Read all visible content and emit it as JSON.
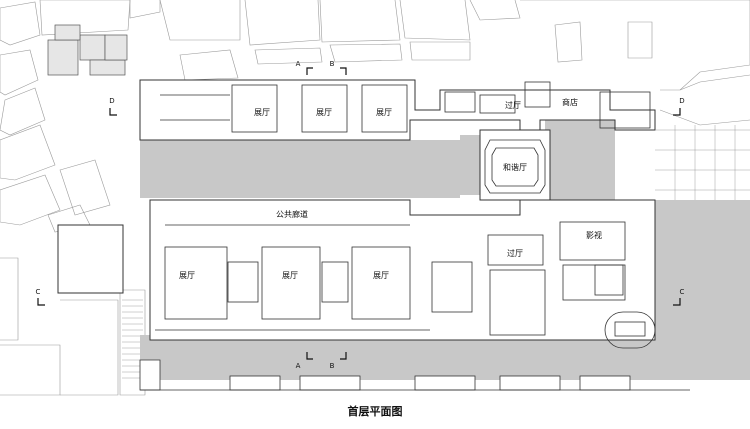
{
  "caption": "首层平面图",
  "rooms": {
    "hall_top_1": "展厅",
    "hall_top_2": "展厅",
    "hall_top_3": "展厅",
    "corridor": "公共廊道",
    "hall_main_1": "展厅",
    "hall_main_2": "展厅",
    "hall_main_3": "展厅",
    "lobby_top": "过厅",
    "shop": "商店",
    "harmony_hall": "和谐厅",
    "lobby_mid": "过厅",
    "cinema": "影视"
  },
  "section_markers": {
    "a_top": "A",
    "b_top": "B",
    "a_bottom": "A",
    "b_bottom": "B",
    "c_left": "C",
    "c_right": "C",
    "d_left": "D",
    "d_right": "D"
  },
  "colors": {
    "courtyard_fill": "#c8c8c8",
    "wall": "#333333",
    "context_line": "#9a9a9a"
  }
}
